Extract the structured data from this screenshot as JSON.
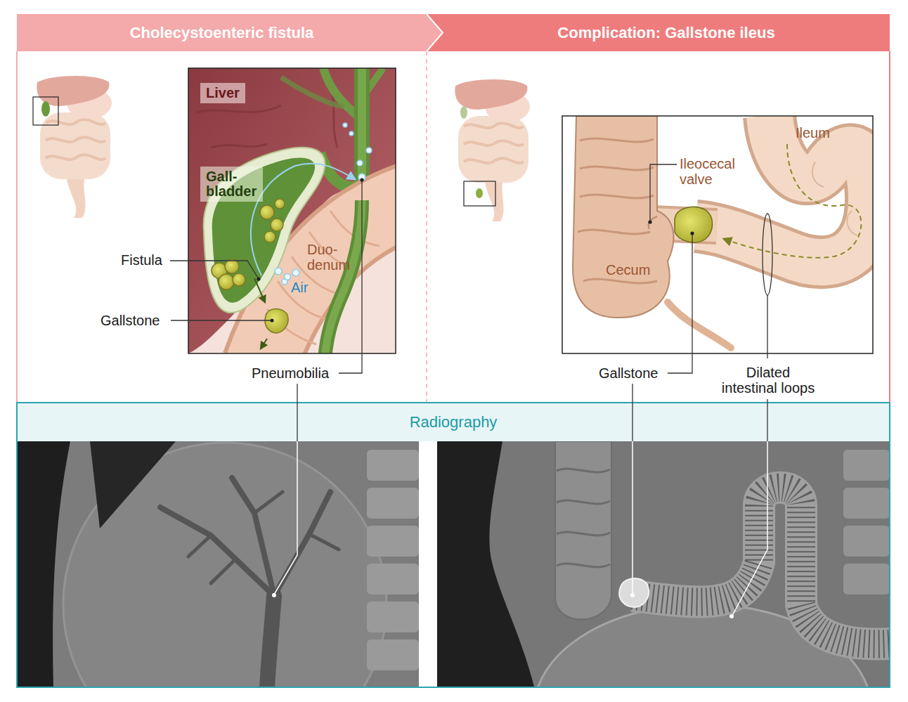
{
  "diagram": {
    "nodes": [
      {
        "text": [
          "Cholecystoenteric fistula"
        ]
      },
      {
        "text": [
          "Complication: Gallstone ileus"
        ]
      },
      {
        "text": [
          "Liver"
        ]
      },
      {
        "text": [
          "Gall- bladder"
        ]
      },
      {
        "text": [
          "Radiography"
        ]
      }
    ],
    "labels": [
      "Duo- denum",
      "Air",
      "Fistula",
      "Gallstone",
      "Pneumobilia",
      "Ileum",
      "Ileocecal valve",
      "Cecum",
      "Gallstone",
      "Dilated intestinal loops"
    ]
  }
}
